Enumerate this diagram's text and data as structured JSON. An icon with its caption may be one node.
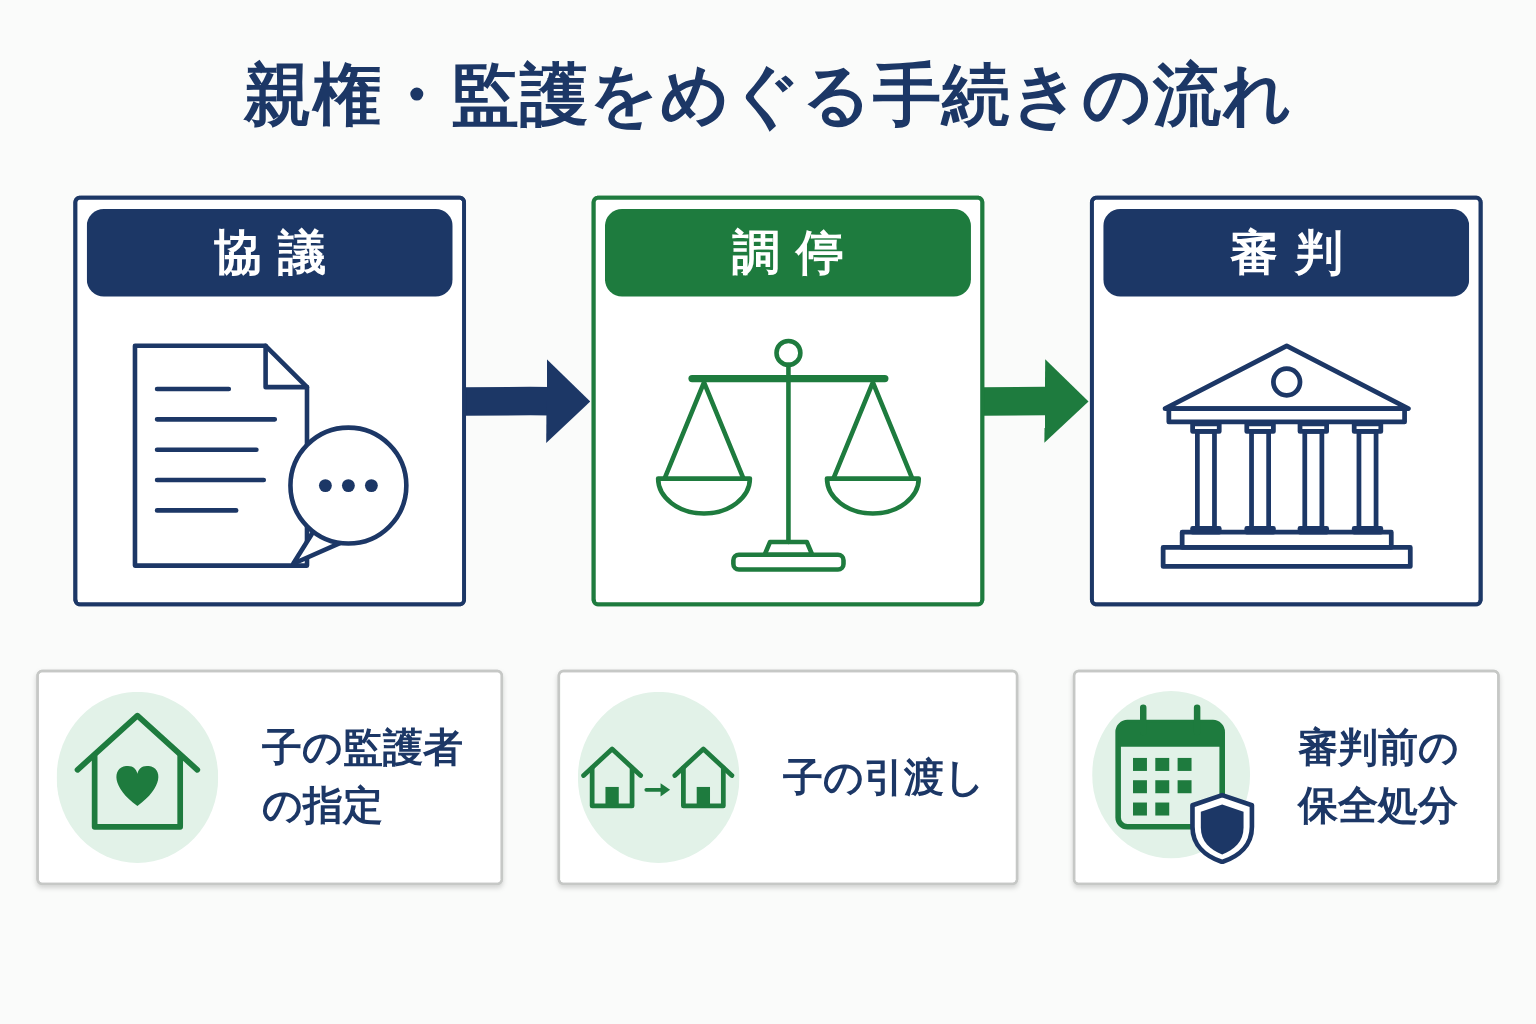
{
  "diagram": {
    "title": "親権・監護をめぐる手続きの流れ",
    "nodes": [
      {
        "text": [
          "協議"
        ]
      },
      {
        "text": [
          "調停"
        ]
      },
      {
        "text": [
          "審判"
        ]
      },
      {
        "text": [
          "子の監護者の指定"
        ]
      },
      {
        "text": [
          "子の引渡し"
        ]
      },
      {
        "text": [
          "審判前の保全処分"
        ]
      }
    ],
    "edges": [
      {
        "from": 0,
        "to": 1,
        "arrow": "to"
      },
      {
        "from": 1,
        "to": 2,
        "arrow": "to",
        "color": "#1e7b3e"
      }
    ]
  }
}
